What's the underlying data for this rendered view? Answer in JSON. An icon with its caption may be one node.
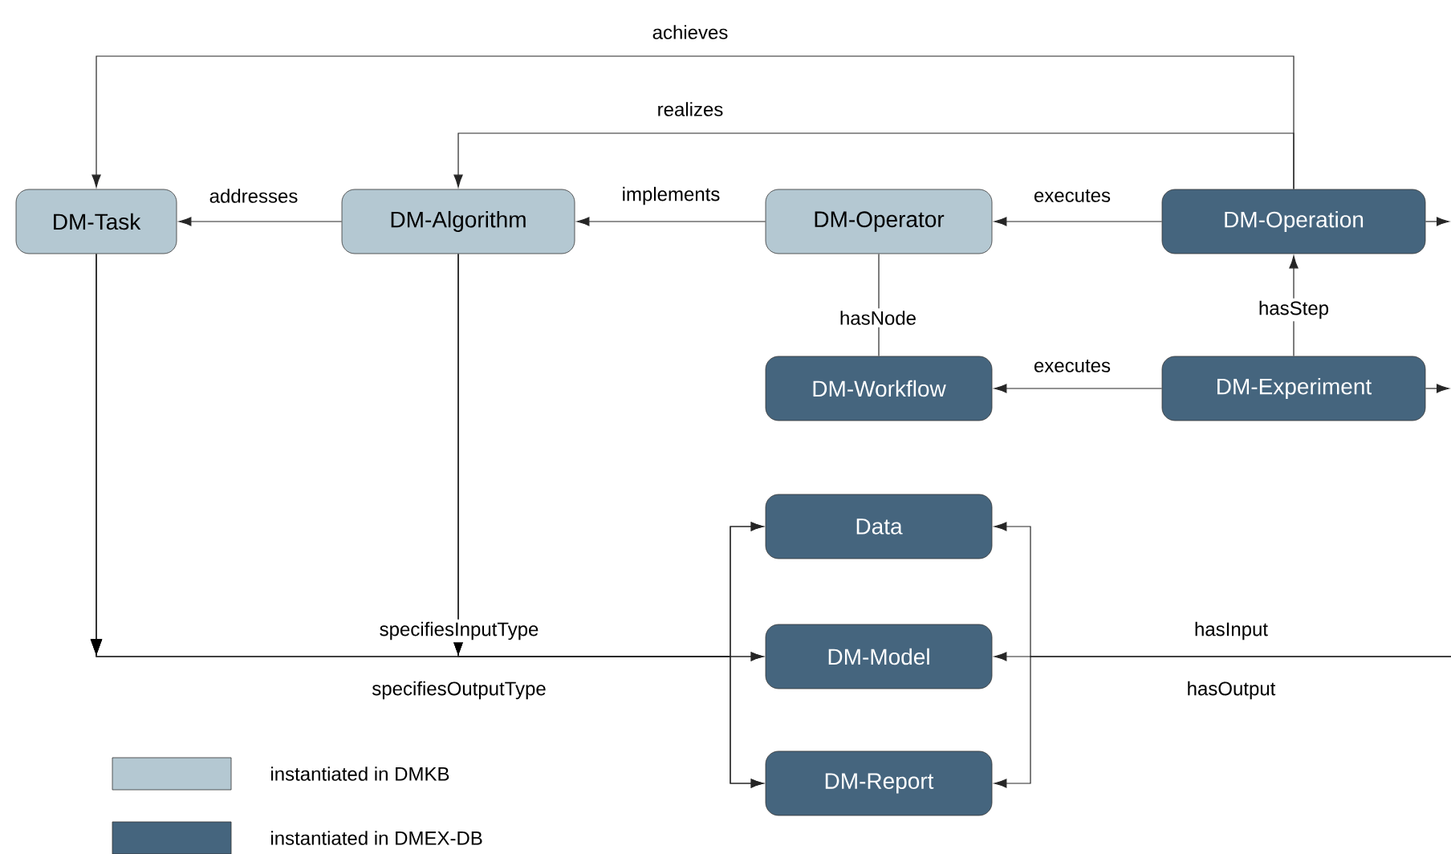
{
  "diagram": {
    "nodes": [
      {
        "text": [
          "DM-Task"
        ]
      },
      {
        "text": [
          "DM-Algorithm"
        ]
      },
      {
        "text": [
          "DM-Operator"
        ]
      },
      {
        "text": [
          "DM-Operation"
        ]
      },
      {
        "text": [
          "DM-Workflow"
        ]
      },
      {
        "text": [
          "DM-Experiment"
        ]
      },
      {
        "text": [
          "Data"
        ]
      },
      {
        "text": [
          "DM-Model"
        ]
      },
      {
        "text": [
          "DM-Report"
        ]
      }
    ],
    "edges": [
      {
        "from": 3,
        "to": 0,
        "arrow": "to",
        "label": "achieves"
      },
      {
        "from": 3,
        "to": 1,
        "arrow": "to",
        "label": "realizes"
      },
      {
        "from": 1,
        "to": 0,
        "arrow": "to",
        "label": "addresses"
      },
      {
        "from": 2,
        "to": 1,
        "arrow": "to",
        "label": "implements"
      },
      {
        "from": 3,
        "to": 2,
        "arrow": "to",
        "label": "executes"
      },
      {
        "from": 4,
        "to": 2,
        "arrow": "none",
        "label": "hasNode"
      },
      {
        "from": 5,
        "to": 3,
        "arrow": "to",
        "label": "hasStep"
      },
      {
        "from": 5,
        "to": 4,
        "arrow": "to",
        "label": "executes"
      },
      {
        "from": 3,
        "to": null,
        "arrow": "to"
      },
      {
        "from": 5,
        "to": null,
        "arrow": "to"
      },
      {
        "from": 0,
        "to": 6,
        "arrow": "to"
      },
      {
        "from": 0,
        "to": 7,
        "arrow": "to"
      },
      {
        "from": 0,
        "to": 8,
        "arrow": "to"
      },
      {
        "from": 1,
        "to": 6,
        "arrow": "to"
      },
      {
        "from": 1,
        "to": 7,
        "arrow": "to",
        "label": "specifiesInputType"
      },
      {
        "from": 1,
        "to": 8,
        "arrow": "to",
        "label": "specifiesOutputType"
      },
      {
        "from": null,
        "to": 6,
        "arrow": "to"
      },
      {
        "from": null,
        "to": 7,
        "arrow": "to",
        "label": "hasInput"
      },
      {
        "from": null,
        "to": 8,
        "arrow": "to",
        "label": "hasOutput"
      }
    ],
    "legend": [
      {
        "text": "instantiated in DMKB",
        "color": "#b4c8d2"
      },
      {
        "text": "instantiated in DMEX-DB",
        "color": "#45657e"
      }
    ]
  }
}
